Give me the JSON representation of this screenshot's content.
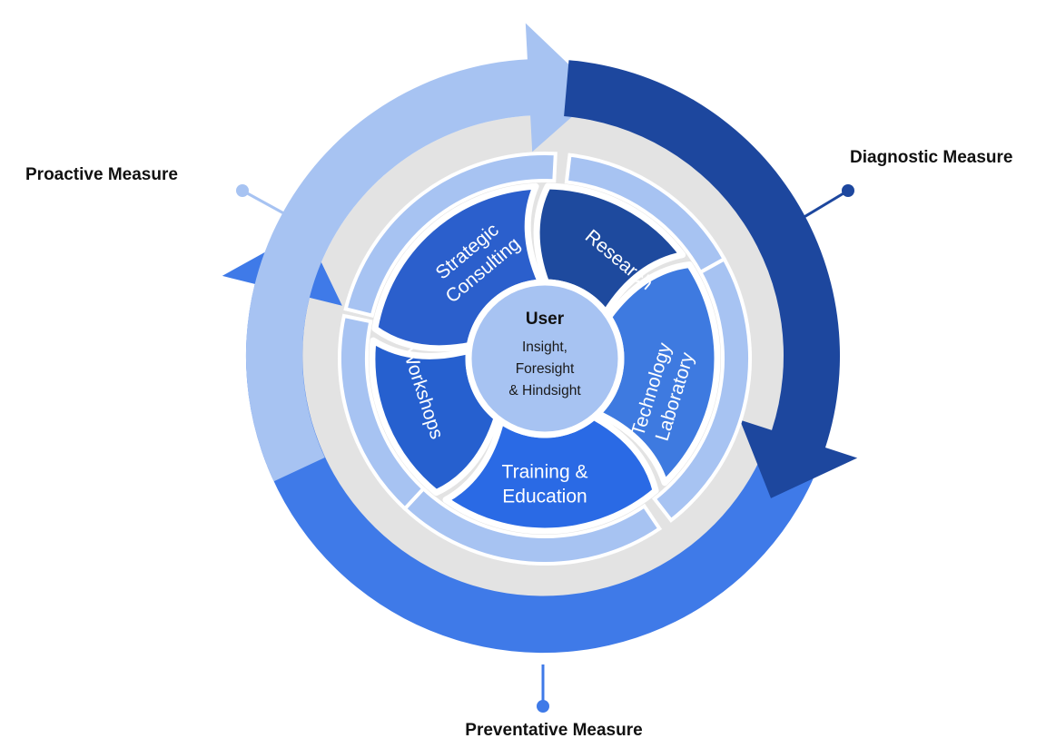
{
  "measures": {
    "proactive": "Proactive Measure",
    "diagnostic": "Diagnostic Measure",
    "preventative": "Preventative Measure"
  },
  "center": {
    "title": "User",
    "lines": [
      "Insight,",
      "Foresight",
      "& Hindsight"
    ]
  },
  "segments": [
    {
      "lines": [
        "Strategic",
        "Consulting"
      ],
      "color": "#2b5fcc"
    },
    {
      "lines": [
        "Research"
      ],
      "color": "#1e4a9e"
    },
    {
      "lines": [
        "Technology",
        "Laboratory"
      ],
      "color": "#3e7ae0"
    },
    {
      "lines": [
        "Training &",
        "Education"
      ],
      "color": "#2a6ae5"
    },
    {
      "lines": [
        "Workshops"
      ],
      "color": "#2660cf"
    }
  ],
  "colors": {
    "light_arrow": "#a7c3f2",
    "dark_arrow": "#1d479e",
    "mid_arrow": "#3f7ae8",
    "gray_ring": "#e3e3e3",
    "pale_band": "#a7c3f2",
    "center_disc": "#a7c3f2"
  }
}
